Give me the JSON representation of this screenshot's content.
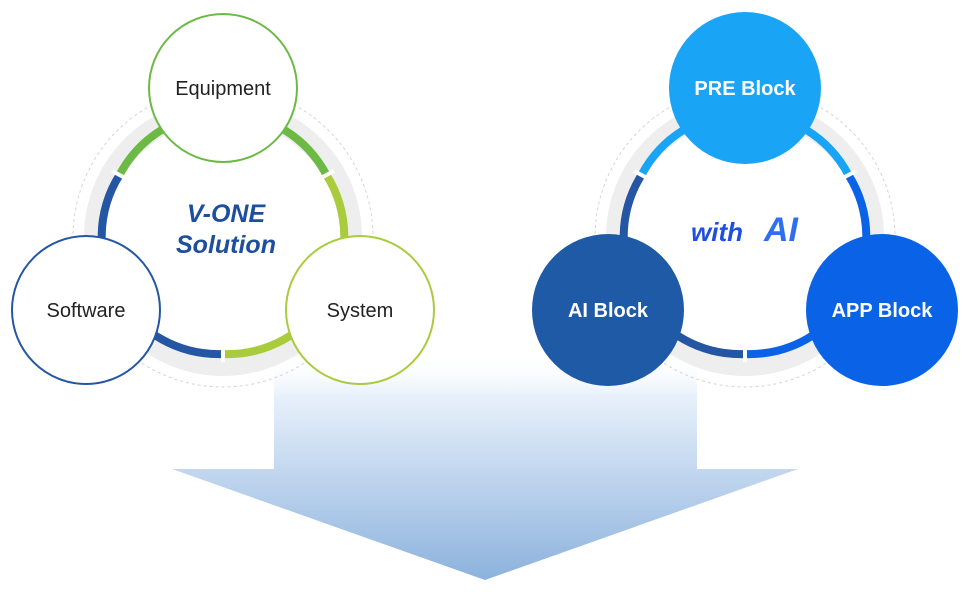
{
  "left_cycle": {
    "center_line1": "V-ONE",
    "center_line2": "Solution",
    "nodes": {
      "top": "Equipment",
      "left": "Software",
      "right": "System"
    }
  },
  "right_cycle": {
    "center_prefix": "with",
    "center_mark": "AI",
    "nodes": {
      "top": "PRE Block",
      "left": "AI Block",
      "right": "APP Block"
    }
  },
  "colors": {
    "green": "#6cba45",
    "lime": "#a8cc3c",
    "navy": "#2456a4",
    "sky": "#1aa4f5",
    "blue": "#0a63e6",
    "ai_block": "#1e5aa5",
    "arrow_top": "#f2f7fc",
    "arrow_bottom": "#8cb2dd"
  }
}
